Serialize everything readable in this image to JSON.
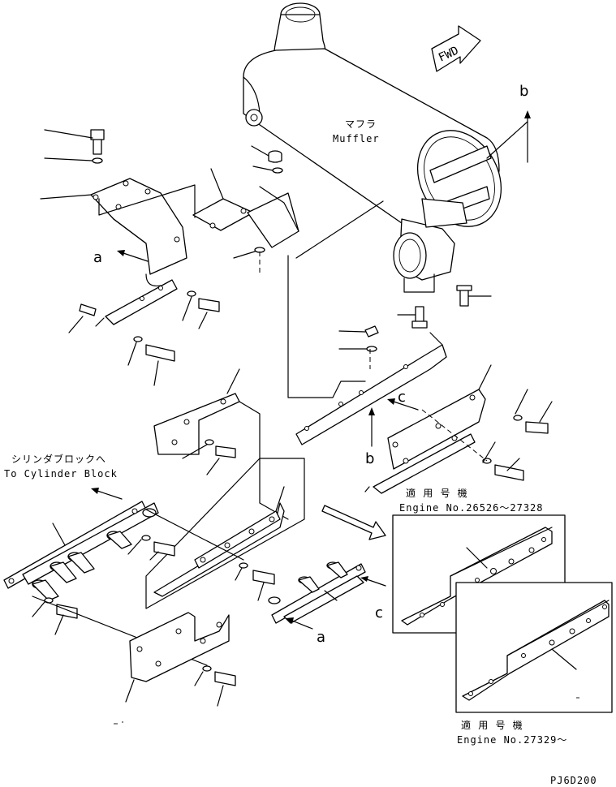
{
  "labels": {
    "muffler_jp": "マフラ",
    "muffler_en": "Muffler",
    "fwd": "FWD",
    "ref_a": "a",
    "ref_b": "b",
    "ref_c": "c",
    "cylinder_jp": "シリンダブロックへ",
    "cylinder_en": "To Cylinder Block",
    "applicable_jp_1": "適 用 号 機",
    "engine_range_1": "Engine No.26526～27328",
    "applicable_jp_2": "適 用 号 機",
    "engine_range_2": "Engine No.27329～",
    "drawing_code": "PJ6D200"
  }
}
